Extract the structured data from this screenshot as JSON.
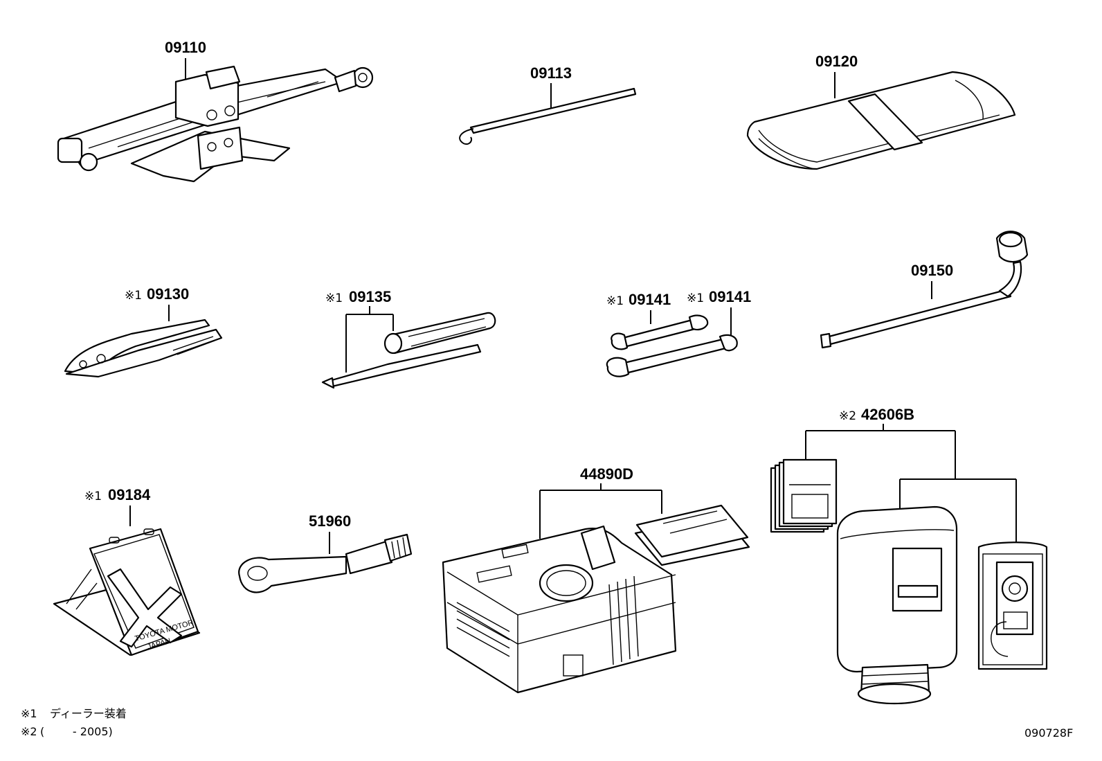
{
  "parts": [
    {
      "code": "09110"
    },
    {
      "code": "09113"
    },
    {
      "code": "09120"
    },
    {
      "code": "09130",
      "note_mark": "※1"
    },
    {
      "code": "09135",
      "note_mark": "※1"
    },
    {
      "code": "09141",
      "note_mark": "※1"
    },
    {
      "code": "09141",
      "note_mark": "※1"
    },
    {
      "code": "09150"
    },
    {
      "code": "42606B",
      "note_mark": "※2"
    },
    {
      "code": "09184",
      "note_mark": "※1"
    },
    {
      "code": "51960"
    },
    {
      "code": "44890D"
    }
  ],
  "plate_text": {
    "line1": "TOYOTA MOTOR",
    "line2": "JAPAN"
  },
  "footnotes": {
    "note1_mark": "※1",
    "note1_text": "ディーラー装着",
    "note2_mark": "※2",
    "note2_text": "(        - 2005)"
  },
  "diagram_code": "090728F"
}
